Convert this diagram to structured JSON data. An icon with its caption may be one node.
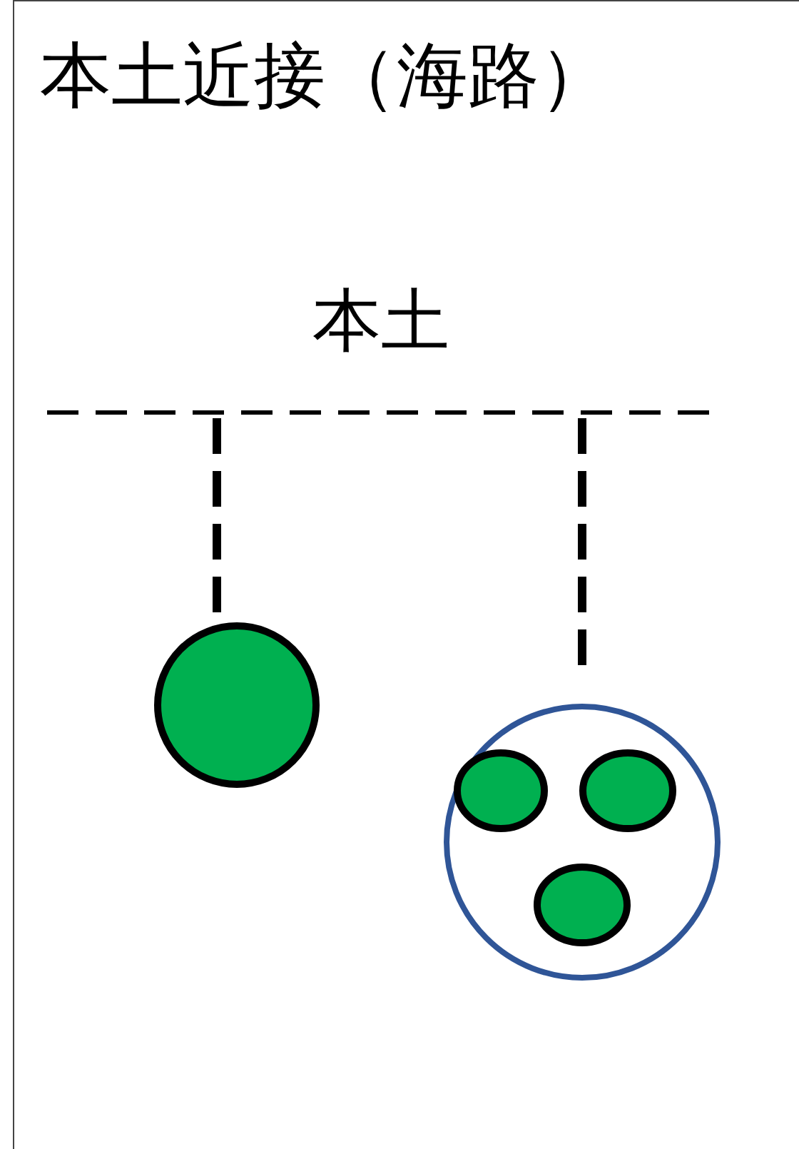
{
  "diagram": {
    "title": "本土近接（海路）",
    "nodes": [
      {
        "text": [
          "本土"
        ]
      },
      {
        "text": [],
        "shape": "circle"
      },
      {
        "text": [],
        "shape": "circle"
      },
      {
        "text": [],
        "shape": "circle",
        "in": 2
      },
      {
        "text": [],
        "shape": "circle",
        "in": 2
      },
      {
        "text": [],
        "shape": "circle",
        "in": 2
      }
    ],
    "edges": [
      {
        "from": 0,
        "to": 1,
        "arrow": "none",
        "style": "dashed"
      },
      {
        "from": 0,
        "to": 2,
        "arrow": "none",
        "style": "dashed"
      }
    ]
  }
}
